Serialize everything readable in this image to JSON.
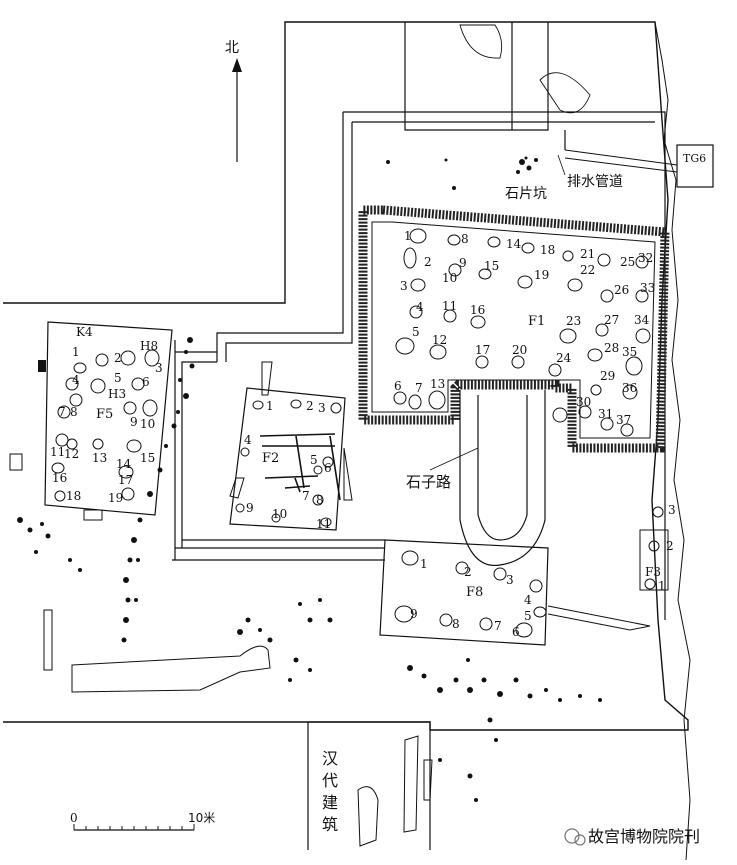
{
  "north_label": "北",
  "labels": {
    "drain": "排水管道",
    "stone_pit": "石片坑",
    "stone_road": "石子路",
    "tg6": "TG6",
    "k4": "K4",
    "h8": "H8",
    "h3": "H3",
    "f1": "F1",
    "f2": "F2",
    "f3": "F3",
    "f5": "F5",
    "f8": "F8",
    "han_1": "汉",
    "han_2": "代",
    "han_3": "建",
    "han_4": "筑"
  },
  "scale": {
    "zero": "0",
    "end": "10米"
  },
  "watermark": "故宫博物院院刊",
  "f1_numbers": [
    "1",
    "2",
    "3",
    "4",
    "5",
    "6",
    "7",
    "8",
    "9",
    "10",
    "11",
    "12",
    "13",
    "14",
    "15",
    "16",
    "17",
    "18",
    "19",
    "20",
    "21",
    "22",
    "23",
    "24",
    "25",
    "26",
    "27",
    "28",
    "29",
    "30",
    "31",
    "32",
    "33",
    "34",
    "35",
    "36",
    "37"
  ],
  "f5_numbers": [
    "1",
    "2",
    "3",
    "4",
    "5",
    "6",
    "7",
    "8",
    "9",
    "10",
    "11",
    "12",
    "13",
    "14",
    "15",
    "16",
    "17",
    "18",
    "19"
  ],
  "f2_numbers": [
    "1",
    "2",
    "3",
    "4",
    "5",
    "6",
    "7",
    "8",
    "9",
    "10",
    "11"
  ],
  "f8_numbers": [
    "1",
    "2",
    "3",
    "4",
    "5",
    "6",
    "7",
    "8",
    "9"
  ],
  "f3_numbers": [
    "1",
    "2",
    "3"
  ]
}
